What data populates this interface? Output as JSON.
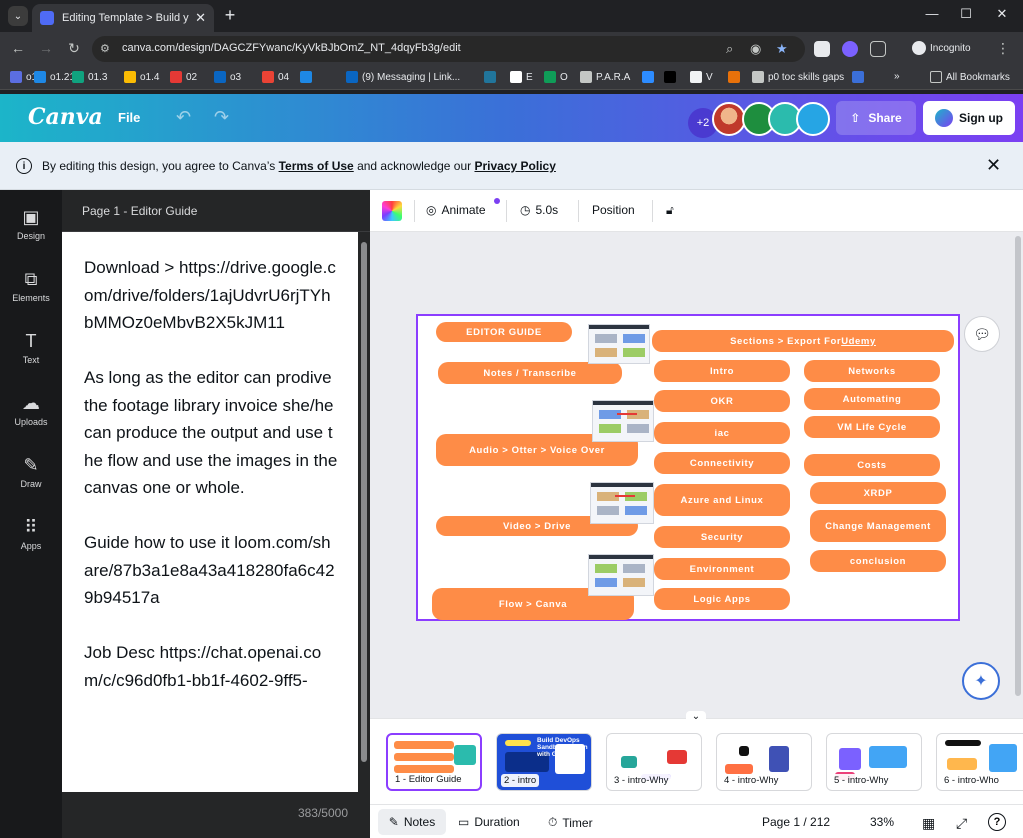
{
  "browser": {
    "tab_title": "Editing Template > Build your ...",
    "url": "canva.com/design/DAGCZFYwanc/KyVkBJbOmZ_NT_4dqyFb3g/edit",
    "incognito_label": "Incognito",
    "all_bookmarks": "All Bookmarks",
    "bookmarks": [
      {
        "label": "o1",
        "color": "#5b6ee1"
      },
      {
        "label": "o1.21",
        "color": "#1e88e5"
      },
      {
        "label": "01.3",
        "color": "#10a37f"
      },
      {
        "label": "o1.4",
        "color": "#fbbc04"
      },
      {
        "label": "02",
        "color": "#e53935"
      },
      {
        "label": "o3",
        "color": "#0a66c2"
      },
      {
        "label": "04",
        "color": "#ea4335"
      },
      {
        "label": "",
        "color": "#1e88e5"
      },
      {
        "label": "(9) Messaging | Link...",
        "color": "#0a66c2"
      },
      {
        "label": "",
        "color": "#21759b"
      },
      {
        "label": "E",
        "color": "#ffffff"
      },
      {
        "label": "O",
        "color": "#0f9d58"
      },
      {
        "label": "P.A.R.A",
        "color": "#c4c7c5"
      },
      {
        "label": "",
        "color": "#2d8cff"
      },
      {
        "label": "",
        "color": "#000000"
      },
      {
        "label": "V",
        "color": "#f1f3f4"
      },
      {
        "label": "",
        "color": "#e8710a"
      },
      {
        "label": "p0 toc skills gaps",
        "color": "#c4c7c5"
      },
      {
        "label": "",
        "color": "#3b6fd8"
      }
    ]
  },
  "canva": {
    "logo": "Canva",
    "file_menu": "File",
    "collaborators_extra": "+2",
    "share_label": "Share",
    "signup_label": "Sign up",
    "banner": {
      "prefix": "By editing this design, you agree to Canva’s ",
      "terms": "Terms of Use",
      "middle": " and acknowledge our ",
      "privacy": "Privacy Policy"
    },
    "rail": [
      {
        "label": "Design",
        "icon": "design-icon",
        "glyph": "▣"
      },
      {
        "label": "Elements",
        "icon": "elements-icon",
        "glyph": "⧉"
      },
      {
        "label": "Text",
        "icon": "text-icon",
        "glyph": "T"
      },
      {
        "label": "Uploads",
        "icon": "uploads-icon",
        "glyph": "☁"
      },
      {
        "label": "Draw",
        "icon": "draw-icon",
        "glyph": "✎"
      },
      {
        "label": "Apps",
        "icon": "apps-icon",
        "glyph": "⠿"
      }
    ],
    "notes": {
      "title": "Page 1 - Editor Guide",
      "paragraphs": [
        "Download > https://drive.google.com/drive/folders/1ajUdvrU6rjTYhbMMOz0eMbvB2X5kJM11",
        "As long as the editor can prodive the footage library invoice she/he can produce the output and use the flow and use the images in the canvas one or whole.",
        "Guide how to use it loom.com/share/87b3a1e8a43a418280fa6c429b94517a",
        "Job Desc https://chat.openai.com/c/c96d0fb1-bb1f-4602-9ff5-"
      ],
      "char_count": "383/5000"
    },
    "toolbar": {
      "animate": "Animate",
      "duration": "5.0s",
      "position": "Position"
    },
    "design": {
      "pills": [
        {
          "id": "editor-guide",
          "text": "EDITOR GUIDE"
        },
        {
          "id": "notes-transcribe",
          "text": "Notes / Transcribe"
        },
        {
          "id": "audio-otter",
          "text": "Audio > Otter > Voice Over"
        },
        {
          "id": "video-drive",
          "text": "Video > Drive"
        },
        {
          "id": "flow-canva",
          "text": "Flow > Canva"
        },
        {
          "id": "sections-export",
          "text": "Sections > Export For Udemy"
        },
        {
          "id": "intro",
          "text": "Intro"
        },
        {
          "id": "okr",
          "text": "OKR"
        },
        {
          "id": "iac",
          "text": "iac"
        },
        {
          "id": "connectivity",
          "text": "Connectivity"
        },
        {
          "id": "azure-linux",
          "text": "Azure and Linux"
        },
        {
          "id": "security",
          "text": "Security"
        },
        {
          "id": "environment",
          "text": "Environment"
        },
        {
          "id": "logic-apps",
          "text": "Logic Apps"
        },
        {
          "id": "networks",
          "text": "Networks"
        },
        {
          "id": "automating",
          "text": "Automating"
        },
        {
          "id": "vm-life-cycle",
          "text": "VM Life Cycle"
        },
        {
          "id": "costs",
          "text": "Costs"
        },
        {
          "id": "xrdp",
          "text": "XRDP"
        },
        {
          "id": "change-management",
          "text": "Change Management"
        },
        {
          "id": "conclusion",
          "text": "conclusion"
        }
      ]
    },
    "slides": [
      {
        "label": "1 - Editor Guide"
      },
      {
        "label": "2 - intro"
      },
      {
        "label": "3 - intro-Why"
      },
      {
        "label": "4 - intro-Why"
      },
      {
        "label": "5 - intro-Why"
      },
      {
        "label": "6 - intro-Who"
      }
    ],
    "slide2_text": "Build DevOps Sandbox station with GPT",
    "bottom": {
      "notes": "Notes",
      "duration": "Duration",
      "timer": "Timer",
      "page": "Page 1 / 212",
      "zoom": "33%"
    }
  }
}
